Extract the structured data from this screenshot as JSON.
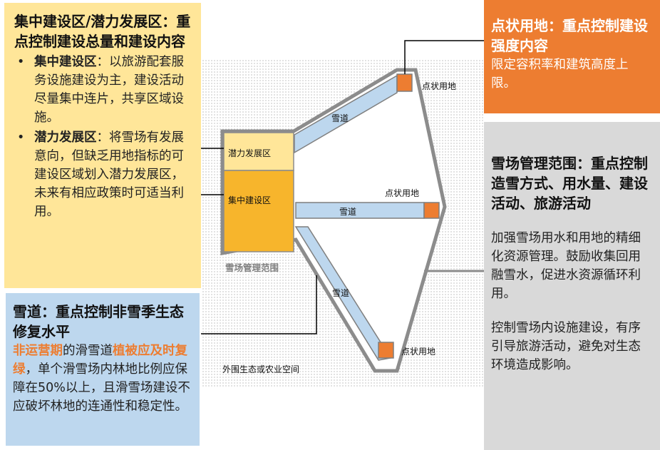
{
  "yellow_panel": {
    "title": "集中建设区/潜力发展区：重点控制建设总量和建设内容",
    "items": [
      {
        "term": "集中建设区",
        "text": "：以旅游配套服务设施建设为主，建设活动尽量集中连片，共享区域设施。"
      },
      {
        "term": "潜力发展区",
        "text": "：将雪场有发展意向，但缺乏用地指标的可建设区域划入潜力发展区，未来有相应政策时可适当利用。"
      }
    ]
  },
  "blue_panel": {
    "title": "雪道：重点控制非雪季生态修复水平",
    "highlight1": "非运营期",
    "text1": "的滑雪道",
    "highlight2": "植被应及时复绿",
    "text2": "，单个滑雪场内林地比例应保障在50%以上，且滑雪场建设不应破坏林地的连通性和稳定性。"
  },
  "orange_panel": {
    "title": "点状用地：重点控制建设强度内容",
    "text": "限定容积率和建筑高度上限。"
  },
  "gray_panel": {
    "title": "雪场管理范围：重点控制造雪方式、用水量、建设活动、旅游活动",
    "text1": "加强雪场用水和用地的精细化资源管理。鼓励收集回用融雪水，促进水资源循环利用。",
    "text2": "控制雪场内设施建设，有序引导旅游活动，避免对生态环境造成影响。"
  },
  "diagram": {
    "potential_zone": "潜力发展区",
    "core_zone": "集中建设区",
    "ski_area_boundary": "雪场管理范围",
    "outer_space": "外围生态或农业空间",
    "ski_trail_label": "雪道",
    "point_land_label": "点状用地"
  },
  "colors": {
    "yellow_panel": "#ffe699",
    "blue_panel": "#bdd7ee",
    "orange_panel": "#ed7d31",
    "gray_panel": "#d9d9d9",
    "core_zone": "#f7b52c",
    "potential_zone": "#ffe699",
    "trail": "#bdd7ee",
    "boundary": "#8c8c8c"
  }
}
